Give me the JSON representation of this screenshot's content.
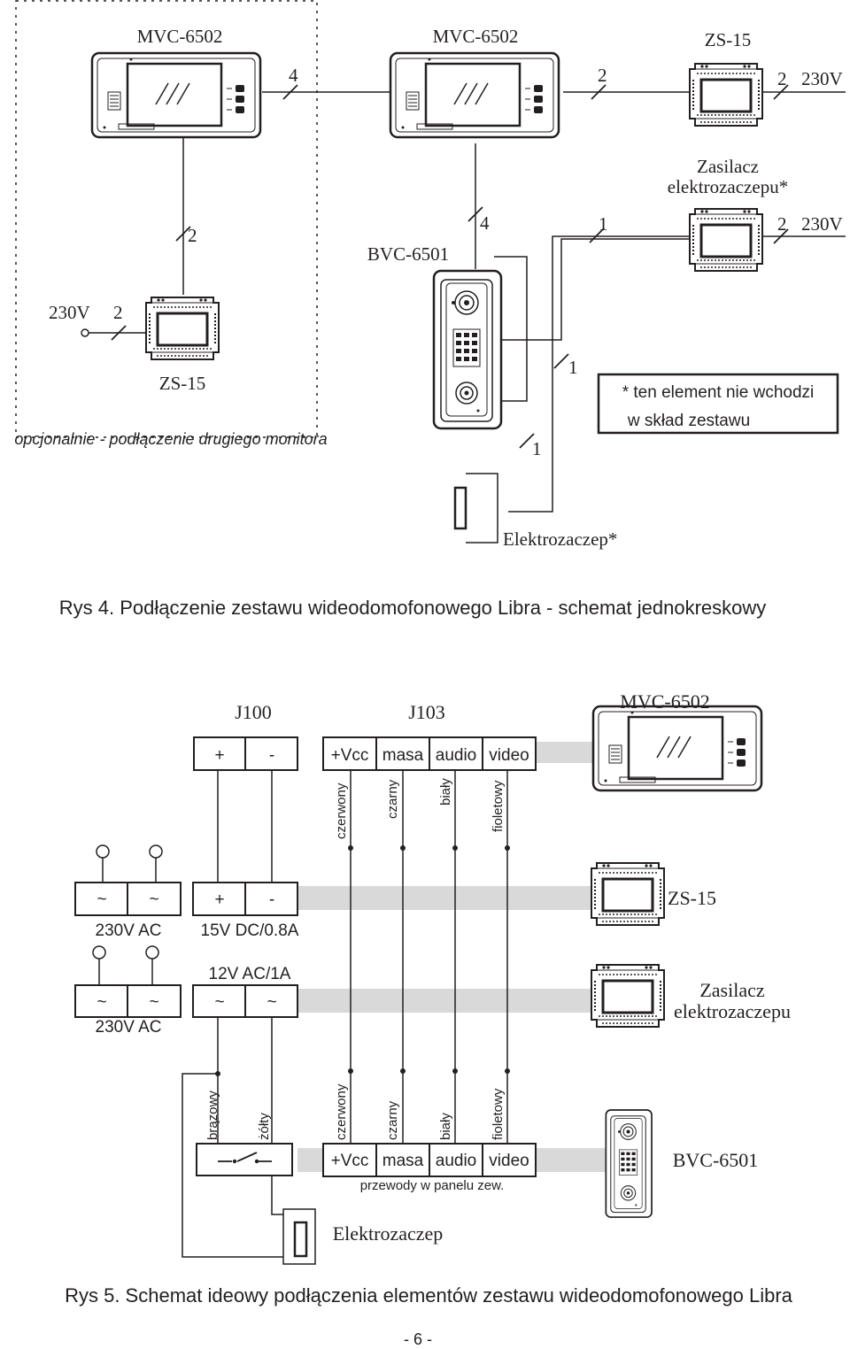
{
  "fig4": {
    "mon1_label": "MVC-6502",
    "mon2_label": "MVC-6502",
    "zs15_top_label": "ZS-15",
    "w_mon_mon": "4",
    "w_mon_zs": "2",
    "w_zs_230": "2",
    "v_zs_230": "230V",
    "zasilacz_l1": "Zasilacz",
    "zasilacz_l2": "elektrozaczepu*",
    "w_zas_230": "2",
    "v_zas_230": "230V",
    "w_mon1_zs": "2",
    "w_mon2_bvc": "4",
    "w_zas_line": "1",
    "bvc_label": "BVC-6501",
    "opt_v": "230V",
    "opt_w": "2",
    "opt_zs_label": "ZS-15",
    "opt_caption": "opcjonalnie - podłączenie drugiego monitora",
    "w_right1": "1",
    "w_right2": "1",
    "note_l1": "* ten element nie wchodzi",
    "note_l2": "w skład zestawu",
    "lock_label": "Elektrozaczep*",
    "caption": "Rys 4. Podłączenie zestawu wideodomofonowego Libra - schemat jednokreskowy"
  },
  "fig5": {
    "j100": "J100",
    "j103": "J103",
    "mvc_label": "MVC-6502",
    "j100_terms": [
      "+",
      "-"
    ],
    "j103_terms": [
      "+Vcc",
      "masa",
      "audio",
      "video"
    ],
    "top_colors": [
      "czerwony",
      "czarny",
      "biały",
      "fioletowy"
    ],
    "ac1_terms": [
      "~",
      "~"
    ],
    "ac1_label": "230V AC",
    "dc_terms": [
      "+",
      "-"
    ],
    "dc_label": "15V DC/0.8A",
    "zs15_label": "ZS-15",
    "ac2_terms": [
      "~",
      "~"
    ],
    "ac2_label": "230V AC",
    "ac3_label": "12V AC/1A",
    "ac3_terms": [
      "~",
      "~"
    ],
    "zas_l1": "Zasilacz",
    "zas_l2": "elektrozaczepu",
    "lock_colors": [
      "brązowy",
      "żółty"
    ],
    "bot_colors": [
      "czerwony",
      "czarny",
      "biały",
      "fioletowy"
    ],
    "bot_terms": [
      "+Vcc",
      "masa",
      "audio",
      "video"
    ],
    "panel_wires": "przewody w panelu zew.",
    "bvc_label": "BVC-6501",
    "lock_label": "Elektrozaczep",
    "caption": "Rys 5. Schemat ideowy podłączenia elementów zestawu wideodomofonowego Libra"
  },
  "page_number": "- 6 -",
  "colors": {
    "ink": "#231f20",
    "band": "#d9d9da",
    "gray_fill": "#c8c8c8"
  }
}
